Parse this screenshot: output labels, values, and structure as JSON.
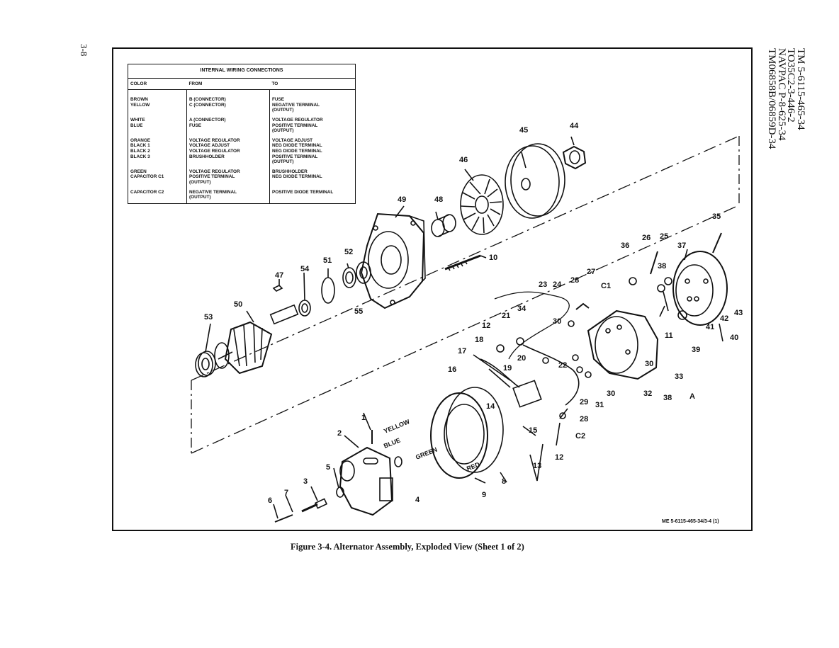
{
  "page_number": "3-8",
  "document_ids": [
    "TM 5-6115-465-34",
    "TO35C2-3-446-2",
    "NAVPAC P-8-625-34",
    "TM06858B/06859D-34"
  ],
  "wiring_table": {
    "title": "INTERNAL WIRING CONNECTIONS",
    "headers": [
      "COLOR",
      "FROM",
      "TO"
    ],
    "rows": [
      {
        "color": "BROWN",
        "from": "B (CONNECTOR)",
        "to": "FUSE"
      },
      {
        "color": "YELLOW",
        "from": "C (CONNECTOR)",
        "to": "NEGATIVE TERMINAL\n(OUTPUT)"
      },
      {
        "color": "WHITE",
        "from": "A (CONNECTOR)",
        "to": "VOLTAGE REGULATOR"
      },
      {
        "color": "BLUE",
        "from": "FUSE",
        "to": "POSITIVE TERMINAL\n(OUTPUT)"
      },
      {
        "color": "ORANGE",
        "from": "VOLTAGE REGULATOR",
        "to": "VOLTAGE ADJUST"
      },
      {
        "color": "BLACK 1",
        "from": "VOLTAGE ADJUST",
        "to": "NEG DIODE TERMINAL"
      },
      {
        "color": "BLACK 2",
        "from": "VOLTAGE REGULATOR",
        "to": "NEG DIODE TERMINAL"
      },
      {
        "color": "BLACK 3",
        "from": "BRUSHHOLDER",
        "to": "POSITIVE TERMINAL\n(OUTPUT)"
      },
      {
        "color": "GREEN",
        "from": "VOLTAGE REGULATOR",
        "to": "BRUSHHOLDER"
      },
      {
        "color": "CAPACITOR C1",
        "from": "POSITIVE TERMINAL\n(OUTPUT)",
        "to": "NEG DIODE TERMINAL"
      },
      {
        "color": "CAPACITOR C2",
        "from": "NEGATIVE TERMINAL\n(OUTPUT)",
        "to": "POSITIVE DIODE TERMINAL"
      }
    ]
  },
  "callouts": {
    "c1": "1",
    "c2": "2",
    "c3": "3",
    "c4": "4",
    "c5": "5",
    "c6": "6",
    "c7": "7",
    "c8": "8",
    "c9": "9",
    "c10": "10",
    "c11": "11",
    "c12a": "12",
    "c12b": "12",
    "c13": "13",
    "c14": "14",
    "c15": "15",
    "c16": "16",
    "c17": "17",
    "c18": "18",
    "c19": "19",
    "c20": "20",
    "c21": "21",
    "c22": "22",
    "c23": "23",
    "c24": "24",
    "c25": "25",
    "c26": "26",
    "c27": "27",
    "c28": "28",
    "c29": "29",
    "c30a": "30",
    "c30b": "30",
    "c30c": "30",
    "c31": "31",
    "c32": "32",
    "c33": "33",
    "c34": "34",
    "c35": "35",
    "c36": "36",
    "c37": "37",
    "c38a": "38",
    "c38b": "38",
    "c39": "39",
    "c40": "40",
    "c41": "41",
    "c42": "42",
    "c43": "43",
    "c44": "44",
    "c45": "45",
    "c46": "46",
    "c47": "47",
    "c48": "48",
    "c49": "49",
    "c50": "50",
    "c51": "51",
    "c52": "52",
    "c53": "53",
    "c54": "54",
    "c55": "55",
    "cC1": "C1",
    "cC2": "C2",
    "cA": "A"
  },
  "wire_labels": {
    "yellow": "YELLOW",
    "blue": "BLUE",
    "green": "GREEN",
    "red": "RED"
  },
  "art_id": "ME 5-6115-465-34/3-4 (1)",
  "caption": "Figure 3-4.   Alternator Assembly, Exploded View (Sheet 1 of 2)"
}
